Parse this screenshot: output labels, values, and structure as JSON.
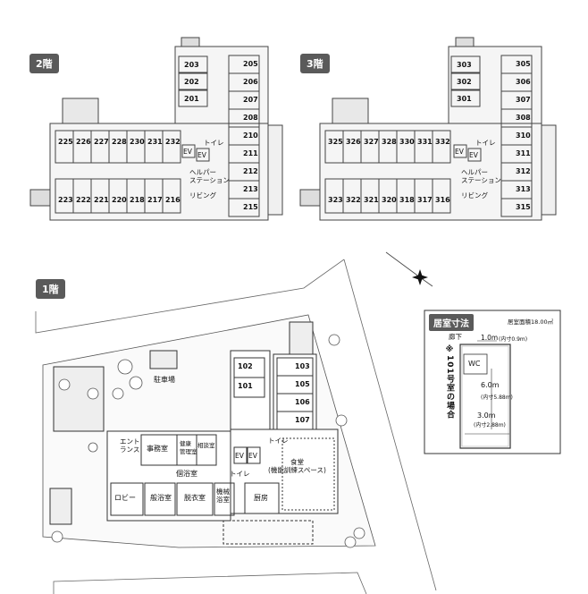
{
  "floors": {
    "floor2": {
      "label": "2階",
      "rooms_top": [
        "203",
        "202",
        "201"
      ],
      "rooms_right": [
        "205",
        "206",
        "207",
        "208",
        "210",
        "211",
        "212",
        "213",
        "215"
      ],
      "rooms_mid": [
        "225",
        "226",
        "227",
        "228",
        "230",
        "231",
        "232"
      ],
      "rooms_bot": [
        "223",
        "222",
        "221",
        "220",
        "218",
        "217",
        "216"
      ],
      "toilet": "トイレ",
      "ev1": "EV",
      "ev2": "EV",
      "station": "ヘルパー\nステーション",
      "living": "リビング"
    },
    "floor3": {
      "label": "3階",
      "rooms_top": [
        "303",
        "302",
        "301"
      ],
      "rooms_right": [
        "305",
        "306",
        "307",
        "308",
        "310",
        "311",
        "312",
        "313",
        "315"
      ],
      "rooms_mid": [
        "325",
        "326",
        "327",
        "328",
        "330",
        "331",
        "332"
      ],
      "rooms_bot": [
        "323",
        "322",
        "321",
        "320",
        "318",
        "317",
        "316"
      ],
      "toilet": "トイレ",
      "ev1": "EV",
      "ev2": "EV",
      "station": "ヘルパー\nステーション",
      "living": "リビング"
    },
    "floor1": {
      "label": "1階",
      "rooms": [
        "102",
        "101",
        "103",
        "105",
        "106",
        "107"
      ],
      "parking": "駐車場",
      "entrance": "エント\nランス",
      "office": "事務室",
      "health": "健康\n管理室",
      "consult": "相談室",
      "toilet1": "トイレ",
      "toilet2": "トイレ",
      "ev1": "EV",
      "ev2": "EV",
      "private_bath": "個浴室",
      "dining": "食堂\n(機能訓練スペース)",
      "lobby": "ロビー",
      "big_bath": "般浴室",
      "dressing": "脱衣室",
      "machine_bath": "機械\n浴室",
      "kitchen": "厨房"
    }
  },
  "legend": {
    "title": "居室寸法",
    "area": "居室面積18.00㎡",
    "corridor": "廊下",
    "note": "※101号室の場合",
    "wc": "WC",
    "dim_top": "1.0m",
    "dim_top_inner": "(内寸0.9m)",
    "dim_side": "6.0m",
    "dim_side_inner": "(内寸5.88m)",
    "dim_bottom": "3.0m",
    "dim_bottom_inner": "(内寸2.88m)"
  },
  "compass": "north-arrow-icon"
}
